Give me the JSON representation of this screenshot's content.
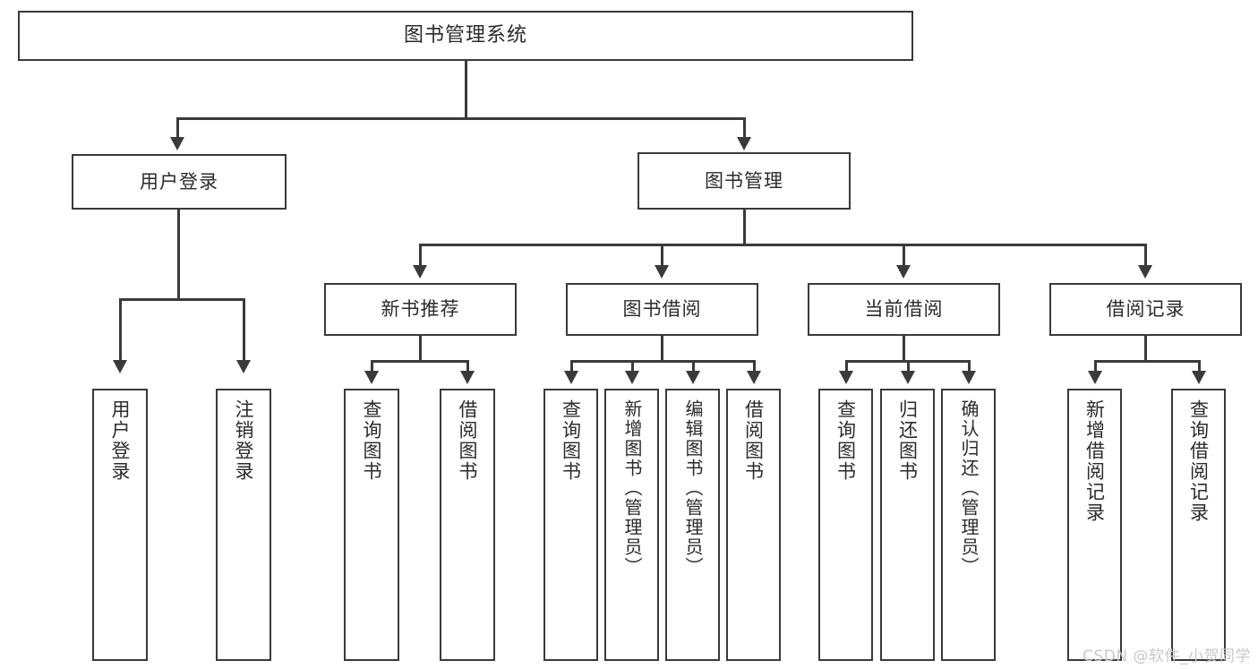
{
  "diagram": {
    "type": "tree",
    "title": "图书管理系统",
    "root": {
      "label": "图书管理系统"
    },
    "level2": [
      {
        "label": "用户登录"
      },
      {
        "label": "图书管理"
      }
    ],
    "level3": [
      {
        "label": "新书推荐"
      },
      {
        "label": "图书借阅"
      },
      {
        "label": "当前借阅"
      },
      {
        "label": "借阅记录"
      }
    ],
    "leaves": {
      "user_login": [
        {
          "label": "用户登录"
        },
        {
          "label": "注销登录"
        }
      ],
      "new_book_recommend": [
        {
          "label": "查询图书"
        },
        {
          "label": "借阅图书"
        }
      ],
      "book_borrow": [
        {
          "label": "查询图书"
        },
        {
          "label": "新增图书（管理员）"
        },
        {
          "label": "编辑图书（管理员）"
        },
        {
          "label": "借阅图书"
        }
      ],
      "current_borrow": [
        {
          "label": "查询图书"
        },
        {
          "label": "归还图书"
        },
        {
          "label": "确认归还（管理员）"
        }
      ],
      "borrow_record": [
        {
          "label": "新增借阅记录"
        },
        {
          "label": "查询借阅记录"
        }
      ]
    }
  },
  "watermark": {
    "text": "CSDN @软件_小贺同学"
  },
  "colors": {
    "stroke": "#3a3a3a",
    "text": "#2b2b2b",
    "background": "#ffffff",
    "watermark": "#c9c9c9"
  }
}
